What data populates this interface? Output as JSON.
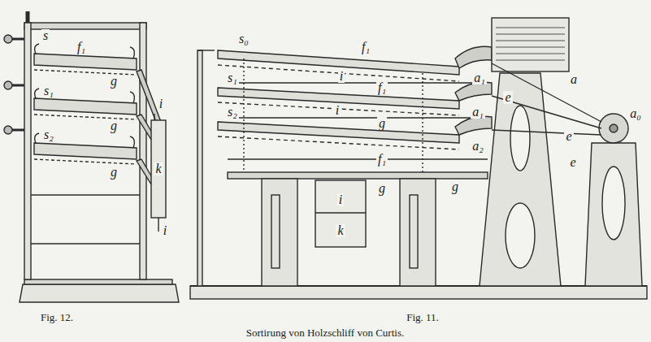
{
  "diagram": {
    "caption": "Sortirung von Holzschliff von Curtis.",
    "labels": [
      "Fig. 12.",
      "Fig. 11.",
      "s",
      "f₁",
      "g",
      "s₁",
      "g",
      "s₂",
      "g",
      "i",
      "k",
      "i",
      "s₀",
      "f₁",
      "a₁",
      "a",
      "s₁",
      "i",
      "f₁",
      "a₁",
      "e",
      "g",
      "a₂",
      "s₂",
      "i",
      "f₁",
      "e",
      "g",
      "e",
      "a₀",
      "g",
      "i",
      "k"
    ]
  }
}
